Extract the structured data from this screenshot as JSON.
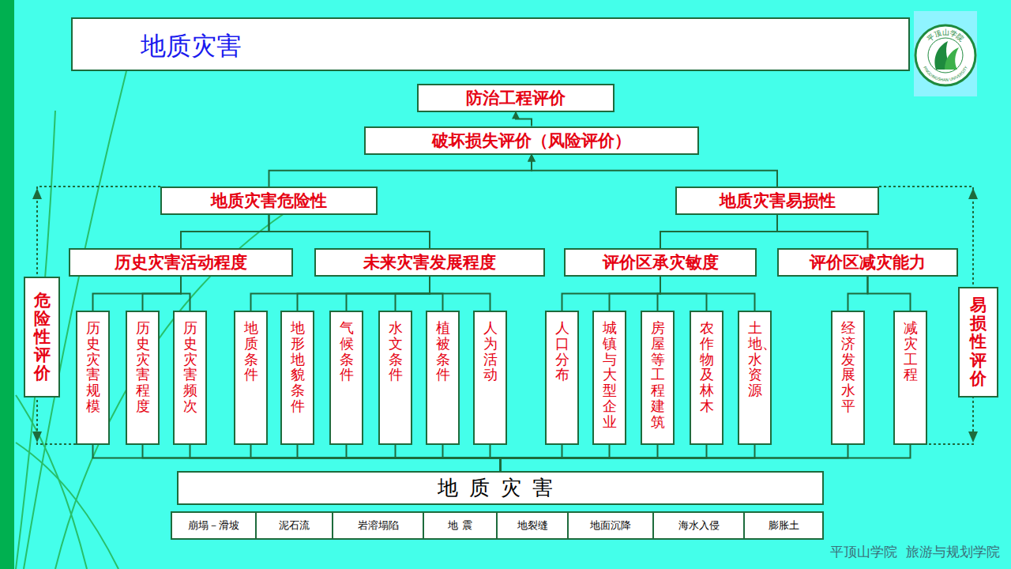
{
  "diagram": {
    "title": "地质灾害",
    "nodes": [
      {
        "text": [
          "防治工程评价"
        ]
      },
      {
        "text": [
          "破坏损失评价（风险评价）"
        ]
      },
      {
        "text": [
          "地质灾害危险性"
        ]
      },
      {
        "text": [
          "地质灾害易损性"
        ]
      },
      {
        "text": [
          "历史灾害活动程度"
        ]
      },
      {
        "text": [
          "未来灾害发展程度"
        ]
      },
      {
        "text": [
          "评价区承灾敏度"
        ]
      },
      {
        "text": [
          "评价区减灾能力"
        ]
      },
      {
        "text": [
          "历史灾害规模"
        ]
      },
      {
        "text": [
          "历史灾害程度"
        ]
      },
      {
        "text": [
          "历史灾害频次"
        ]
      },
      {
        "text": [
          "地质条件"
        ]
      },
      {
        "text": [
          "地形地貌条件"
        ]
      },
      {
        "text": [
          "气候条件"
        ]
      },
      {
        "text": [
          "水文条件"
        ]
      },
      {
        "text": [
          "植被条件"
        ]
      },
      {
        "text": [
          "人为活动"
        ]
      },
      {
        "text": [
          "人口分布"
        ]
      },
      {
        "text": [
          "城镇与大型企业"
        ]
      },
      {
        "text": [
          "房屋等工程建筑"
        ]
      },
      {
        "text": [
          "农作物及林木"
        ]
      },
      {
        "text": [
          "土地、水资源"
        ]
      },
      {
        "text": [
          "经济发展水平"
        ]
      },
      {
        "text": [
          "减灾工程"
        ]
      },
      {
        "text": [
          "地质灾害"
        ]
      },
      {
        "text": [
          "崩塌－滑坡"
        ]
      },
      {
        "text": [
          "泥石流"
        ]
      },
      {
        "text": [
          "岩溶塌陷"
        ]
      },
      {
        "text": [
          "地 震"
        ]
      },
      {
        "text": [
          "地裂缝"
        ]
      },
      {
        "text": [
          "地面沉降"
        ]
      },
      {
        "text": [
          "海水入侵"
        ]
      },
      {
        "text": [
          "膨胀土"
        ]
      },
      {
        "text": [
          "危险性评价"
        ]
      },
      {
        "text": [
          "易损性评价"
        ]
      }
    ],
    "edges": [
      {
        "from": 1,
        "to": 0,
        "arrow": "to"
      },
      {
        "from": 2,
        "to": 1,
        "arrow": "to"
      },
      {
        "from": 3,
        "to": 1,
        "arrow": "to"
      },
      {
        "from": 4,
        "to": 2,
        "arrow": "none"
      },
      {
        "from": 5,
        "to": 2,
        "arrow": "none"
      },
      {
        "from": 6,
        "to": 3,
        "arrow": "none"
      },
      {
        "from": 7,
        "to": 3,
        "arrow": "none"
      },
      {
        "from": 8,
        "to": 4,
        "arrow": "none"
      },
      {
        "from": 9,
        "to": 4,
        "arrow": "none"
      },
      {
        "from": 10,
        "to": 4,
        "arrow": "none"
      },
      {
        "from": 11,
        "to": 5,
        "arrow": "none"
      },
      {
        "from": 12,
        "to": 5,
        "arrow": "none"
      },
      {
        "from": 13,
        "to": 5,
        "arrow": "none"
      },
      {
        "from": 14,
        "to": 5,
        "arrow": "none"
      },
      {
        "from": 15,
        "to": 5,
        "arrow": "none"
      },
      {
        "from": 16,
        "to": 5,
        "arrow": "none"
      },
      {
        "from": 17,
        "to": 6,
        "arrow": "none"
      },
      {
        "from": 18,
        "to": 6,
        "arrow": "none"
      },
      {
        "from": 19,
        "to": 6,
        "arrow": "none"
      },
      {
        "from": 20,
        "to": 6,
        "arrow": "none"
      },
      {
        "from": 21,
        "to": 6,
        "arrow": "none"
      },
      {
        "from": 22,
        "to": 7,
        "arrow": "none"
      },
      {
        "from": 23,
        "to": 7,
        "arrow": "none"
      },
      {
        "from": 24,
        "to": 8,
        "arrow": "none"
      },
      {
        "from": 24,
        "to": 9,
        "arrow": "none"
      },
      {
        "from": 24,
        "to": 10,
        "arrow": "none"
      },
      {
        "from": 24,
        "to": 11,
        "arrow": "none"
      },
      {
        "from": 24,
        "to": 12,
        "arrow": "none"
      },
      {
        "from": 24,
        "to": 13,
        "arrow": "none"
      },
      {
        "from": 24,
        "to": 14,
        "arrow": "none"
      },
      {
        "from": 24,
        "to": 15,
        "arrow": "none"
      },
      {
        "from": 24,
        "to": 16,
        "arrow": "none"
      },
      {
        "from": 24,
        "to": 17,
        "arrow": "none"
      },
      {
        "from": 24,
        "to": 18,
        "arrow": "none"
      },
      {
        "from": 24,
        "to": 19,
        "arrow": "none"
      },
      {
        "from": 24,
        "to": 20,
        "arrow": "none"
      },
      {
        "from": 24,
        "to": 21,
        "arrow": "none"
      },
      {
        "from": 24,
        "to": 22,
        "arrow": "none"
      },
      {
        "from": 24,
        "to": 23,
        "arrow": "none"
      }
    ],
    "labels": [
      "平顶山学院",
      "PINGDINGSHAN UNIVERSITY",
      "平顶山学院  旅游与规划学院"
    ]
  }
}
